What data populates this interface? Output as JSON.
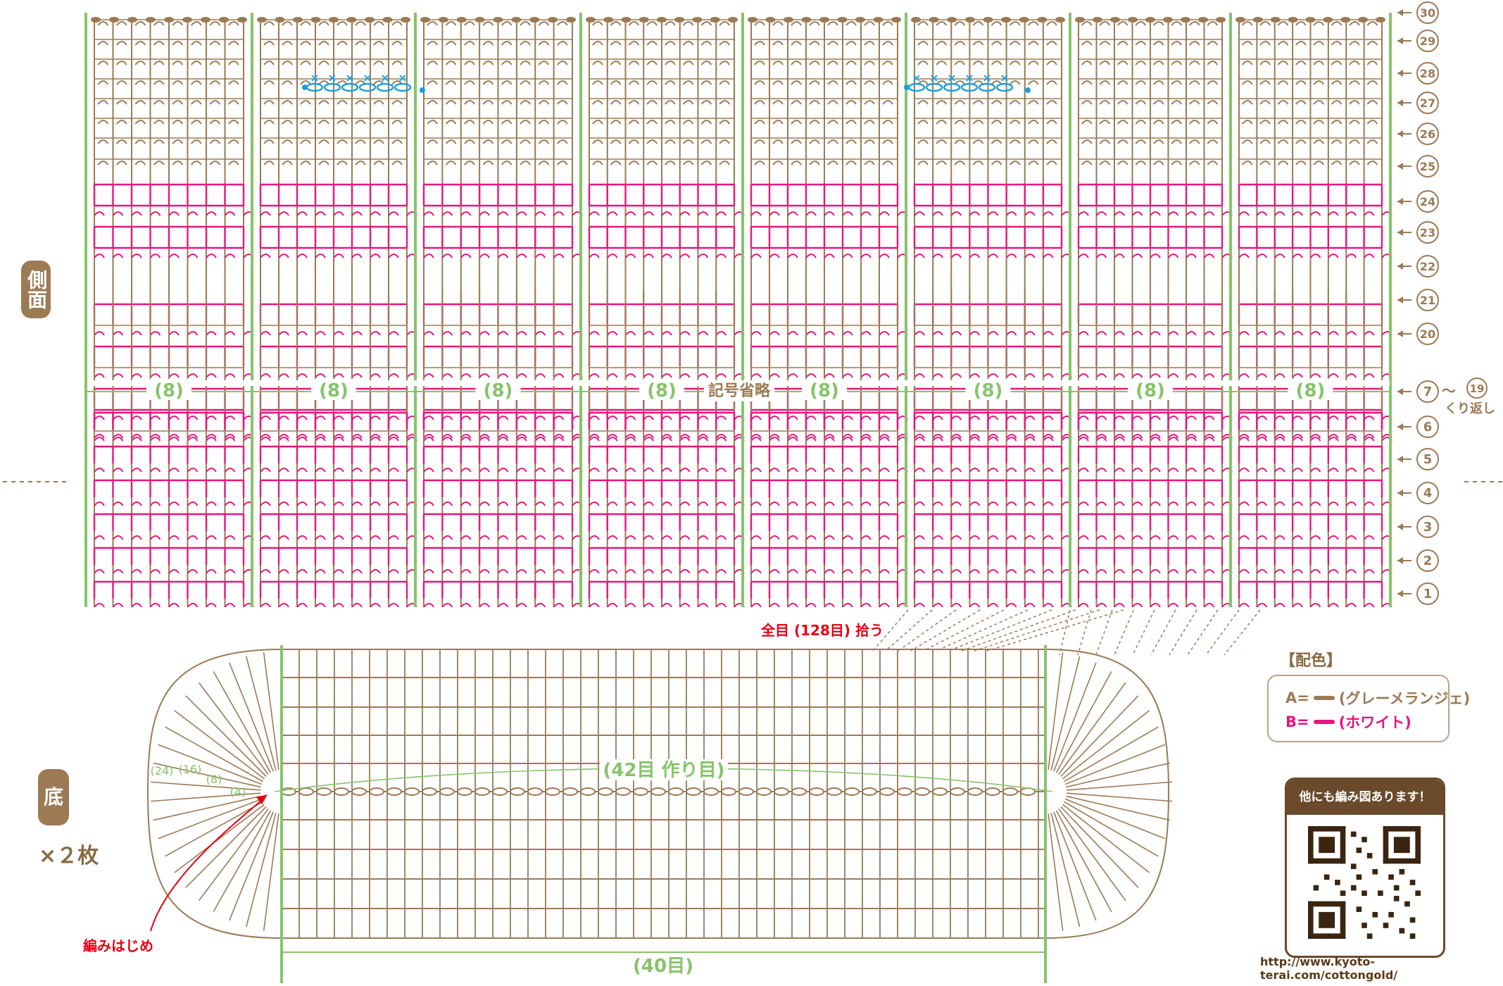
{
  "colors": {
    "brown": "#9b7a54",
    "pink": "#e6157e",
    "green": "#86c46a",
    "blue": "#1aa0e0",
    "red": "#e60012",
    "dark": "#6a4a2a"
  },
  "side": {
    "label": "側面",
    "group_labels": [
      "(8)",
      "(8)",
      "(8)",
      "(8)",
      "(8)",
      "(8)",
      "(8)",
      "(8)"
    ],
    "omitted_label": "記号省略",
    "pickup_label": "全目 (128目) 拾う",
    "row_numbers": [
      "30",
      "29",
      "28",
      "27",
      "26",
      "25",
      "24",
      "23",
      "22",
      "21",
      "20",
      "⑦",
      "19",
      "6",
      "5",
      "4",
      "3",
      "2",
      "1"
    ],
    "rows": [
      "30",
      "29",
      "28",
      "27",
      "26",
      "25",
      "24",
      "23",
      "22",
      "21",
      "20",
      "6",
      "5",
      "4",
      "3",
      "2",
      "1"
    ],
    "repeat_start": "7",
    "repeat_tilde": "〜",
    "repeat_end": "19",
    "repeat_note": "くり返し"
  },
  "bottom": {
    "label": "底",
    "count_label": "×２枚",
    "chain_label": "(42目 作り目)",
    "width_label": "(40目)",
    "start_label": "編みはじめ",
    "round_labels": [
      "(24)",
      "(16)",
      "(8)",
      "(4)"
    ]
  },
  "legend": {
    "title": "【配色】",
    "items": [
      {
        "key": "A=",
        "color": "#9b7a54",
        "name": "(グレーメランジェ)"
      },
      {
        "key": "B=",
        "color": "#e6157e",
        "name": "(ホワイト)"
      }
    ]
  },
  "qr": {
    "heading": "他にも編み図あります！",
    "url": "http://www.kyoto-terai.com/cottongold/"
  }
}
